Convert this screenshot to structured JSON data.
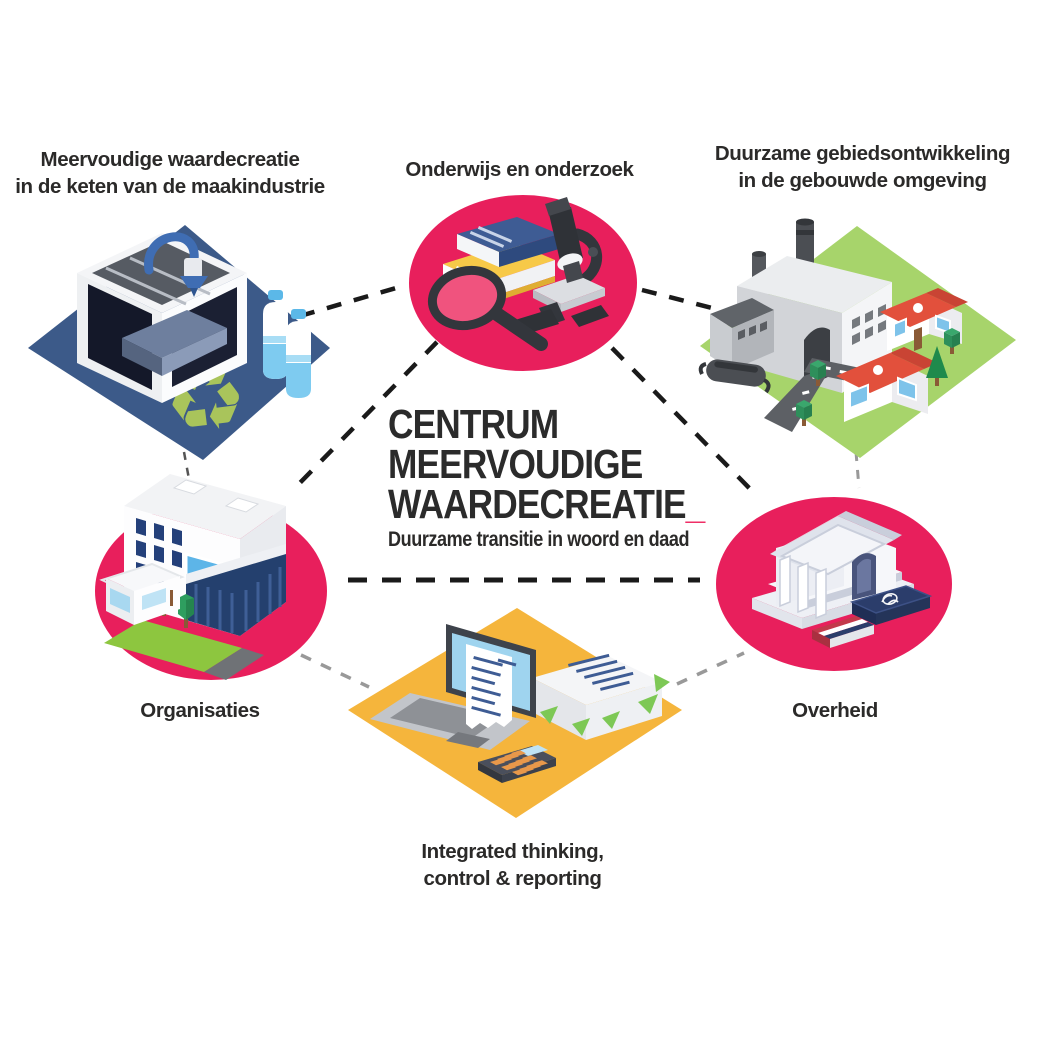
{
  "center": {
    "title_line1": "CENTRUM",
    "title_line2": "MEERVOUDIGE",
    "title_line3": "WAARDECREATIE",
    "underscore": "_",
    "subtitle": "Duurzame transitie in woord en daad"
  },
  "nodes": {
    "maakindustrie": {
      "label_line1": "Meervoudige waardecreatie",
      "label_line2": "in de keten van de maakindustrie",
      "icon": "3d-printer-recycling-bottles-illustration",
      "shape": "blue-isometric-diamond"
    },
    "onderwijs": {
      "label": "Onderwijs en onderzoek",
      "icon": "books-microscope-magnifier-illustration",
      "shape": "pink-circle"
    },
    "gebiedsontwikkeling": {
      "label_line1": "Duurzame gebiedsontwikkeling",
      "label_line2": "in de gebouwde omgeving",
      "icon": "factory-houses-trees-illustration",
      "shape": "green-isometric-diamond"
    },
    "organisaties": {
      "label": "Organisaties",
      "icon": "office-building-illustration",
      "shape": "pink-circle"
    },
    "overheid": {
      "label": "Overheid",
      "icon": "government-building-passport-flag-illustration",
      "shape": "pink-circle"
    },
    "reporting": {
      "label_line1": "Integrated thinking,",
      "label_line2": "control & reporting",
      "icon": "laptop-receipt-calculator-illustration",
      "shape": "yellow-isometric-diamond"
    }
  },
  "colors": {
    "accent_pink": "#e81f5c",
    "underscore_pink": "#ef2e66",
    "diamond_blue": "#3c5a89",
    "diamond_green": "#a7d46b",
    "diamond_yellow": "#f5b53c",
    "text_dark": "#2b2a29",
    "connector_black": "#1a1a1a",
    "connector_grey": "#999999"
  }
}
